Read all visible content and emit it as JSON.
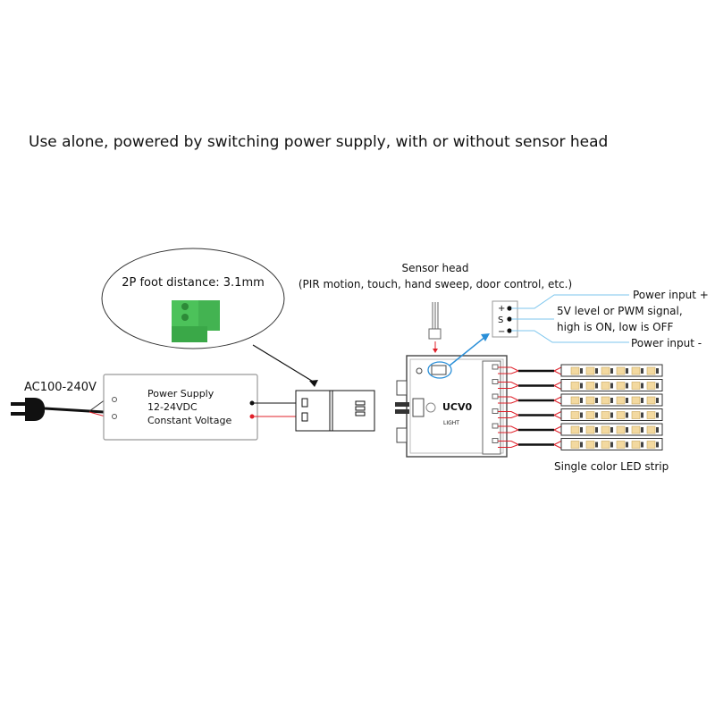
{
  "title": "Use alone, powered by switching power supply, with or without sensor head",
  "ac_label": "AC100-240V",
  "power_supply": {
    "line1": "Power Supply",
    "line2": "12-24VDC",
    "line3": "Constant Voltage"
  },
  "callout": {
    "label": "2P foot distance: 3.1mm"
  },
  "sensor": {
    "title": "Sensor head",
    "subtitle": "(PIR motion, touch, hand sweep, door control, etc.)"
  },
  "pins": {
    "plus": "+",
    "signal": "S",
    "minus": "−"
  },
  "pin_labels": {
    "power_plus": "Power input +",
    "signal_line1": "5V level or PWM signal,",
    "signal_line2": "high is ON, low is OFF",
    "power_minus": "Power input -"
  },
  "controller": {
    "model": "UCV0",
    "brand": "LIGHT"
  },
  "strip_label": "Single color LED strip",
  "colors": {
    "wire_red": "#e0202a",
    "callout_blue": "#2a8fd8",
    "terminal_green": "#4cc25a",
    "led_warm": "#f3d9a0"
  }
}
